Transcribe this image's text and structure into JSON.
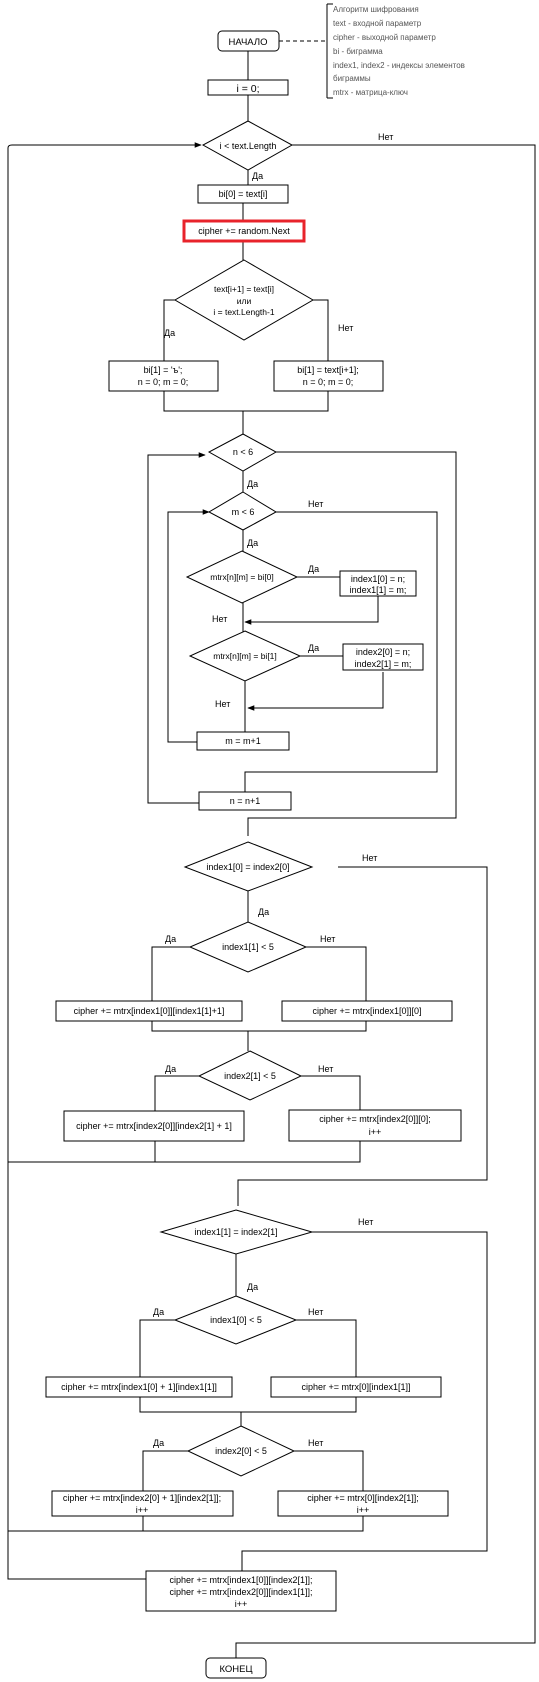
{
  "note": {
    "lines": [
      "Алгоритм шифрования",
      "text - входной параметр",
      "cipher - выходной параметр",
      "bi - биграмма",
      "index1, index2 - индексы элементов",
      "биграммы",
      "mtrx - матрица-ключ"
    ]
  },
  "nodes": {
    "start": {
      "label": "НАЧАЛО"
    },
    "init_i": {
      "label": "i = 0;"
    },
    "cond_i": {
      "label": "i < text.Length"
    },
    "bi0": {
      "label": "bi[0] = text[i]"
    },
    "cipher_random": {
      "label": "cipher += random.Next",
      "highlighted": true
    },
    "cond_text": {
      "lines": [
        "text[i+1] = text[i]",
        "или",
        "i = text.Length-1"
      ]
    },
    "bi1_soft": {
      "lines": [
        "bi[1] = 'ъ';",
        "n = 0; m = 0;"
      ]
    },
    "bi1_next": {
      "lines": [
        "bi[1] = text[i+1];",
        "n = 0; m = 0;"
      ]
    },
    "cond_n": {
      "label": "n < 6"
    },
    "cond_m": {
      "label": "m < 6"
    },
    "cond_bi0": {
      "label": "mtrx[n][m] = bi[0]"
    },
    "index1_set": {
      "lines": [
        "index1[0] = n;",
        "index1[1] = m;"
      ]
    },
    "cond_bi1": {
      "label": "mtrx[n][m] = bi[1]"
    },
    "index2_set": {
      "lines": [
        "index2[0] = n;",
        "index2[1] = m;"
      ]
    },
    "m_inc": {
      "label": "m = m+1"
    },
    "n_inc": {
      "label": "n = n+1"
    },
    "cond_row": {
      "label": "index1[0] = index2[0]"
    },
    "cond_i11": {
      "label": "index1[1] < 5"
    },
    "row_a1": {
      "label": "cipher += mtrx[index1[0]][index1[1]+1]"
    },
    "row_a2": {
      "label": "cipher += mtrx[index1[0]][0]"
    },
    "cond_i21": {
      "label": "index2[1] < 5"
    },
    "row_b1": {
      "label": "cipher += mtrx[index2[0]][index2[1] + 1]"
    },
    "row_b2": {
      "lines": [
        "cipher += mtrx[index2[0]][0];",
        "i++"
      ]
    },
    "cond_col": {
      "label": "index1[1] = index2[1]"
    },
    "cond_i10": {
      "label": "index1[0] < 5"
    },
    "col_a1": {
      "label": "cipher += mtrx[index1[0] + 1][index1[1]]"
    },
    "col_a2": {
      "label": "cipher += mtrx[0][index1[1]]"
    },
    "cond_i20": {
      "label": "index2[0] < 5"
    },
    "col_b1": {
      "lines": [
        "cipher += mtrx[index2[0] + 1][index2[1]];",
        "i++"
      ]
    },
    "col_b2": {
      "lines": [
        "cipher += mtrx[0][index2[1]];",
        "i++"
      ]
    },
    "rect_case": {
      "lines": [
        "cipher += mtrx[index1[0]][index2[1]];",
        "cipher += mtrx[index2[0]][index1[1]];",
        "i++"
      ]
    },
    "end": {
      "label": "КОНЕЦ"
    }
  },
  "edge_labels": {
    "yes": "Да",
    "no": "Нет"
  }
}
